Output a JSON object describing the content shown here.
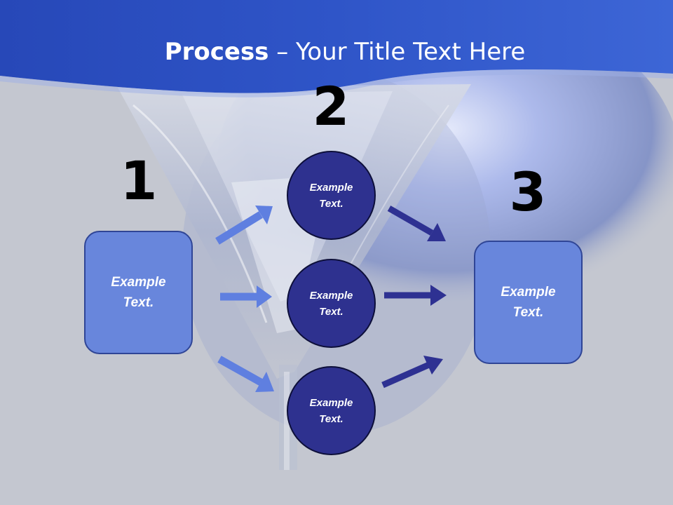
{
  "title": {
    "bold": "Process",
    "rest": " – Your Title Text Here"
  },
  "steps": [
    "1",
    "2",
    "3"
  ],
  "left_box": {
    "line1": "Example",
    "line2": "Text."
  },
  "circles": [
    {
      "line1": "Example",
      "line2": "Text."
    },
    {
      "line1": "Example",
      "line2": "Text."
    },
    {
      "line1": "Example",
      "line2": "Text."
    }
  ],
  "right_box": {
    "line1": "Example",
    "line2": "Text."
  },
  "colors": {
    "header_blue": "#2a4fbf",
    "box_fill": "#6886dc",
    "circle_fill": "#2e318f",
    "arrow_light": "#5f7fe0",
    "arrow_dark": "#2e3192",
    "background": "#c4c7d0"
  }
}
